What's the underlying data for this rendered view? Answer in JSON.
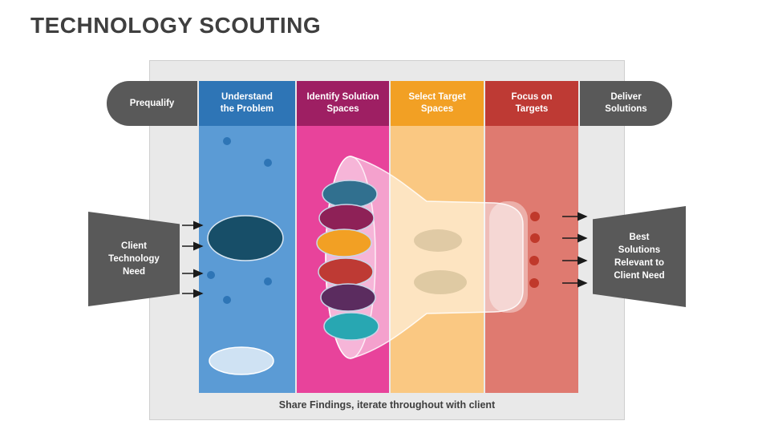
{
  "title": "TECHNOLOGY SCOUTING",
  "stage_bar": {
    "stages": [
      {
        "label": "Prequalify",
        "color": "#595959"
      },
      {
        "label": "Understand\nthe Problem",
        "color": "#2E75B6"
      },
      {
        "label": "Identify Solution\nSpaces",
        "color": "#9E1F63"
      },
      {
        "label": "Select Target\nSpaces",
        "color": "#F2A024"
      },
      {
        "label": "Focus on\nTargets",
        "color": "#BE3A34"
      },
      {
        "label": "Deliver\nSolutions",
        "color": "#595959"
      }
    ]
  },
  "columns": [
    {
      "name": "understand-the-problem",
      "color": "#5B9BD5"
    },
    {
      "name": "identify-solution-spaces",
      "color": "#E8439B"
    },
    {
      "name": "select-target-spaces",
      "color": "#FAC882"
    },
    {
      "name": "focus-on-targets",
      "color": "#DF7A70"
    }
  ],
  "callouts": {
    "left": "Client\nTechnology\nNeed",
    "right": "Best\nSolutions\nRelevant to\nClient Need"
  },
  "caption": "Share Findings, iterate throughout with client",
  "funnel": {
    "need_dot_color": "#2E75B6",
    "problem_ellipse_color": "#174E68",
    "problem_ellipse_stroke": "#D9E6F2",
    "pool_ellipse_color": "#CFE2F3",
    "input_ellipse_colors": [
      "#31708F",
      "#8E2157",
      "#F2A024",
      "#BE3A34",
      "#5B2C5F",
      "#28A7B2"
    ],
    "input_ellipse_stroke": "#C9D6E8",
    "candidate_ellipse_color": "#DBC6A0",
    "output_dot_color": "#C0392B",
    "arrow_color": "#1A1A1A"
  }
}
